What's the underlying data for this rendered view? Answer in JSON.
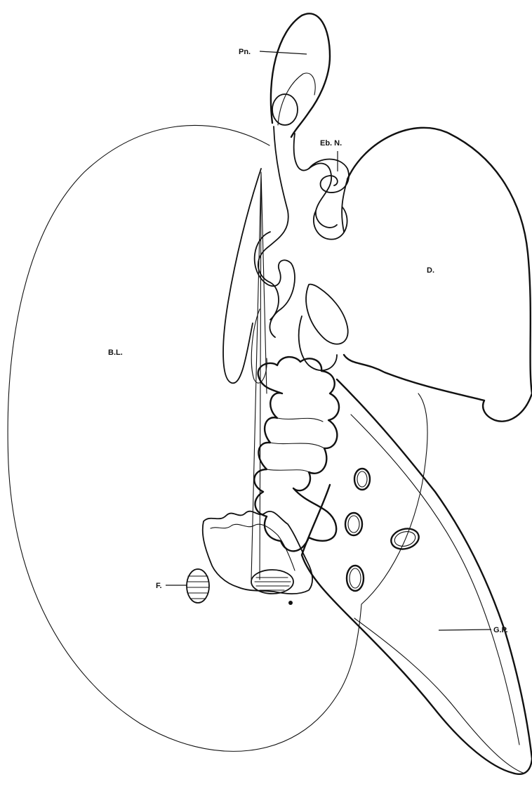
{
  "labels": {
    "pn": "Pn.",
    "eb_n": "Eb. N.",
    "d": "D.",
    "bl": "B.L.",
    "f": "F.",
    "gp": "G.P."
  }
}
